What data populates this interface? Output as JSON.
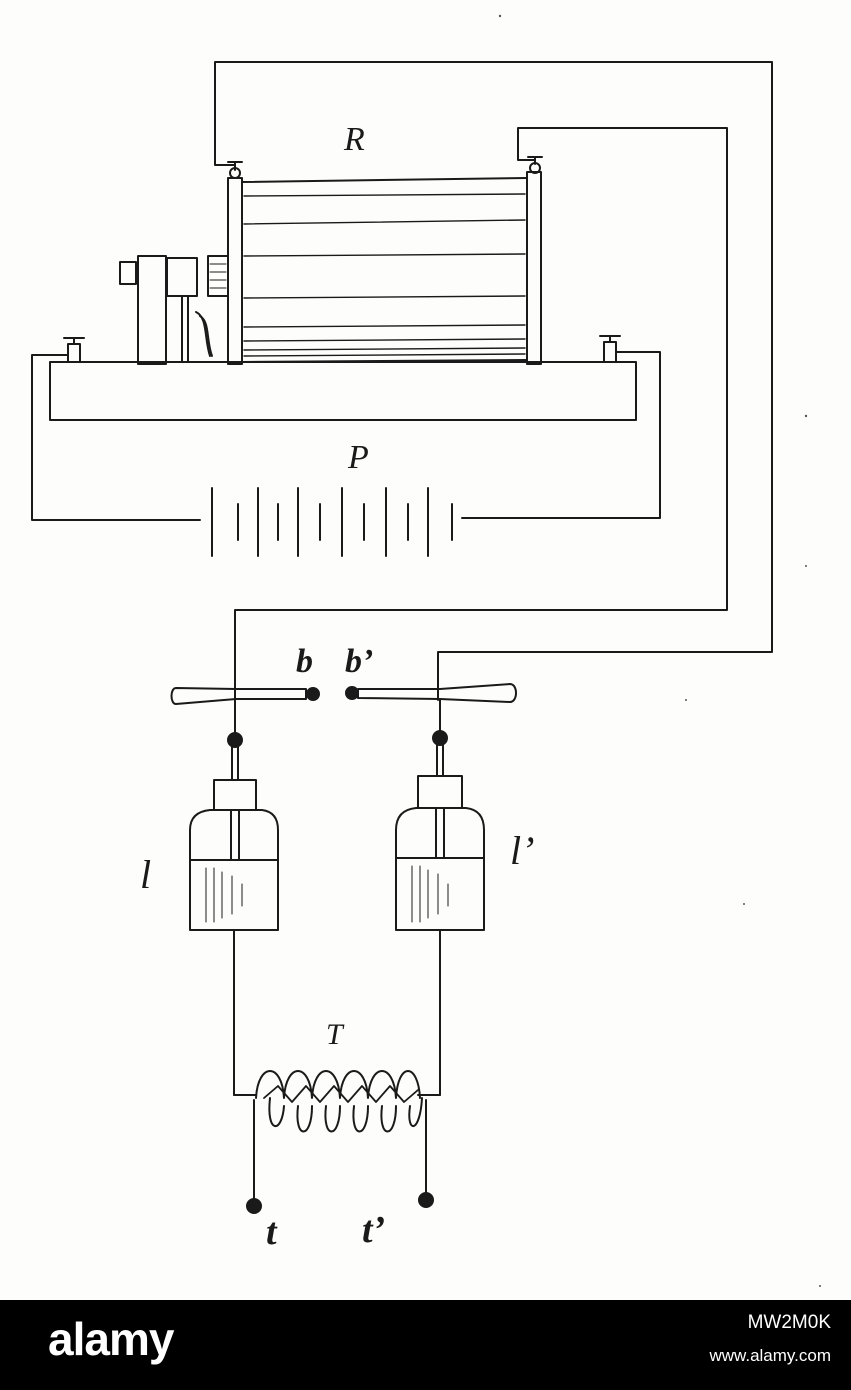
{
  "diagram": {
    "labels": {
      "R": "R",
      "P": "P",
      "b": "b",
      "b_prime": "b’",
      "l": "l",
      "l_prime": "l’",
      "T": "T",
      "t": "t",
      "t_prime": "t’"
    },
    "colors": {
      "ink": "#1a1a1a",
      "paper": "#fdfdfb"
    }
  },
  "watermark": {
    "brand": "alamy",
    "image_id": "MW2M0K",
    "url": "www.alamy.com"
  }
}
